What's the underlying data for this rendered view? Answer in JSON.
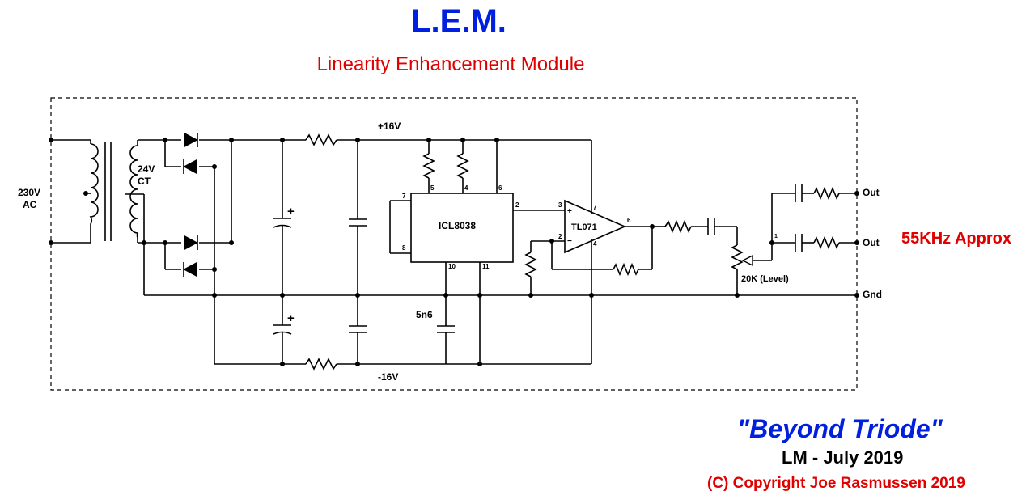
{
  "header": {
    "title": "L.E.M.",
    "subtitle": "Linearity Enhancement Module"
  },
  "labels": {
    "mains_voltage": "230V",
    "mains_type": "AC",
    "secondary_voltage": "24V",
    "secondary_tap": "CT",
    "positive_rail": "+16V",
    "negative_rail": "-16V",
    "generator_ic": "ICL8038",
    "opamp_ic": "TL071",
    "timing_cap": "5n6",
    "level_pot": "20K (Level)",
    "output_1": "Out",
    "output_2": "Out",
    "ground": "Gnd",
    "freq_note": "55KHz Approx"
  },
  "pins": {
    "icl_pin7": "7",
    "icl_pin8": "8",
    "icl_pin5": "5",
    "icl_pin4": "4",
    "icl_pin6": "6",
    "icl_pin2": "2",
    "icl_pin10": "10",
    "icl_pin11": "11",
    "op_pin3": "3",
    "op_pin2": "2",
    "op_pin7": "7",
    "op_pin4": "4",
    "op_pin6": "6",
    "plus_sign": "+",
    "minus_sign": "−",
    "cap_plus": "+",
    "out_mark": "1"
  },
  "footer": {
    "brand": "\"Beyond Triode\"",
    "author_date": "LM - July 2019",
    "copyright": "(C) Copyright Joe Rasmussen 2019"
  },
  "colors": {
    "title": "#0020e0",
    "subtitle": "#e00000",
    "brand": "#0020e0",
    "copyright": "#e00000",
    "freq_note": "#e00000",
    "wire": "#000000"
  }
}
